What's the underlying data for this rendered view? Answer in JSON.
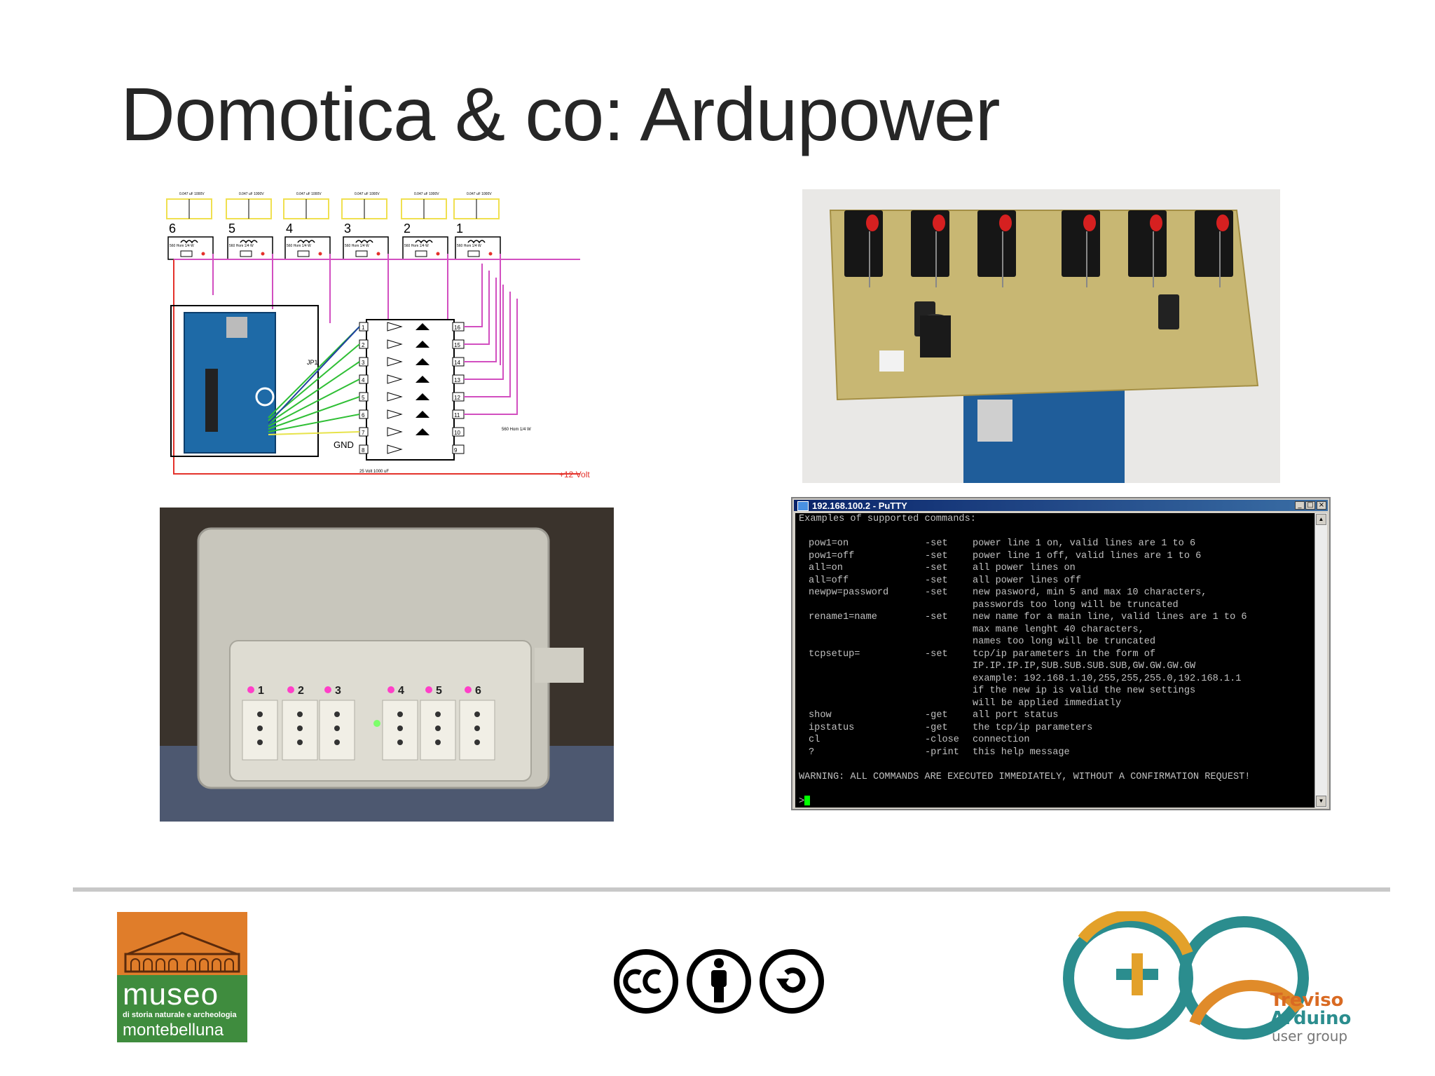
{
  "slide": {
    "title": "Domotica & co: Ardupower"
  },
  "schematic": {
    "relay_numbers": [
      "6",
      "5",
      "4",
      "3",
      "2",
      "1"
    ],
    "capacitor_label": "0.047 uF 1000V",
    "resistor_label": "560 Hom 1/4 W",
    "jp_label": "JP1",
    "gnd_label": "GND",
    "voltage_label": "+12 Volt",
    "cap_bottom_label": "25 Volt 1000 uF",
    "ic_left_pins": [
      "1",
      "2",
      "3",
      "4",
      "5",
      "6",
      "7",
      "8"
    ],
    "ic_right_pins": [
      "16",
      "15",
      "14",
      "13",
      "12",
      "11",
      "10",
      "9"
    ],
    "colors": {
      "power": "#e4322b",
      "signal": "#d24fc0",
      "data": "#2fbf35",
      "chip": "#000000"
    }
  },
  "board_photo": {
    "icon": "relay-board-photo"
  },
  "powerbox_photo": {
    "icon": "socket-box-photo",
    "socket_numbers": [
      "1",
      "2",
      "3",
      "4",
      "5",
      "6"
    ]
  },
  "putty": {
    "window_title": "192.168.100.2 - PuTTY",
    "buttons": [
      "_",
      "□",
      "×"
    ],
    "header": "Examples of supported commands:",
    "commands": [
      {
        "cmd": "pow1=on",
        "op": "-set",
        "desc": "power line 1 on, valid lines are 1 to 6"
      },
      {
        "cmd": "pow1=off",
        "op": "-set",
        "desc": "power line 1 off, valid lines are 1 to 6"
      },
      {
        "cmd": "all=on",
        "op": "-set",
        "desc": "all power lines on"
      },
      {
        "cmd": "all=off",
        "op": "-set",
        "desc": "all power lines off"
      },
      {
        "cmd": "newpw=password",
        "op": "-set",
        "desc": "new pasword, min 5 and max 10 characters,\npasswords too long will be truncated"
      },
      {
        "cmd": "rename1=name",
        "op": "-set",
        "desc": "new name for a main line, valid lines are 1 to 6\nmax mane lenght 40 characters,\nnames too long will be truncated"
      },
      {
        "cmd": "tcpsetup=",
        "op": "-set",
        "desc": "tcp/ip parameters in the form of\nIP.IP.IP.IP,SUB.SUB.SUB.SUB,GW.GW.GW.GW\nexample: 192.168.1.10,255,255,255.0,192.168.1.1\nif the new ip is valid the new settings\nwill be applied immediatly"
      },
      {
        "cmd": "show",
        "op": "-get",
        "desc": "all port status"
      },
      {
        "cmd": "ipstatus",
        "op": "-get",
        "desc": "the tcp/ip parameters"
      },
      {
        "cmd": "cl",
        "op": "-close",
        "desc": "connection"
      },
      {
        "cmd": "?",
        "op": "-print",
        "desc": "this help message"
      }
    ],
    "warning": "WARNING: ALL COMMANDS ARE EXECUTED IMMEDIATELY, WITHOUT A CONFIRMATION REQUEST!",
    "prompt": ">"
  },
  "footer": {
    "museo": {
      "word": "museo",
      "subtitle": "di storia naturale e archeologia",
      "city": "montebelluna"
    },
    "license_icons": [
      "cc-icon",
      "by-icon",
      "sa-icon"
    ],
    "tau": {
      "line1": "Treviso",
      "line2": "Arduino",
      "line3": "user group"
    }
  }
}
